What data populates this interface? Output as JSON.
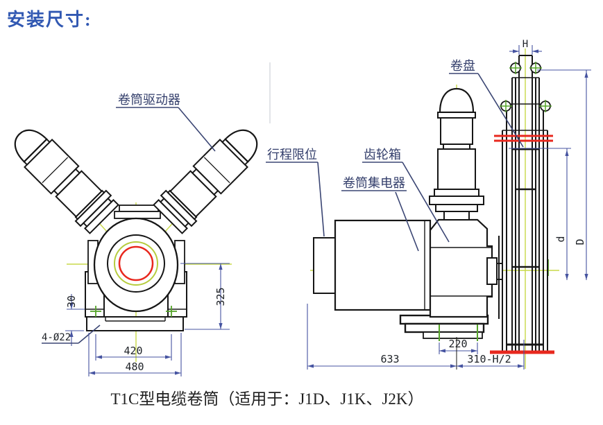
{
  "title": "安装尺寸:",
  "caption": "T1C型电缆卷筒（适用于：J1D、J1K、J2K）",
  "front_view": {
    "label_drive": "卷筒驱动器",
    "dim_30": "30",
    "dim_holes": "4-Ø22",
    "dim_420": "420",
    "dim_480": "480",
    "dim_325": "325"
  },
  "side_view": {
    "label_limit": "行程限位",
    "label_gearbox": "齿轮箱",
    "label_collector": "卷筒集电器",
    "label_reel": "卷盘",
    "dim_H": "H",
    "dim_d": "d",
    "dim_D": "D",
    "dim_220": "220",
    "dim_633": "633",
    "dim_310": "310-H/2"
  },
  "colors": {
    "title_blue": "#3158b2",
    "dim_line_blue": "#4553a0",
    "centerline_yellow_green": "#c8d848",
    "marker_green": "#55a428",
    "highlight_red": "#e8281e",
    "drawing_black": "#161616"
  }
}
